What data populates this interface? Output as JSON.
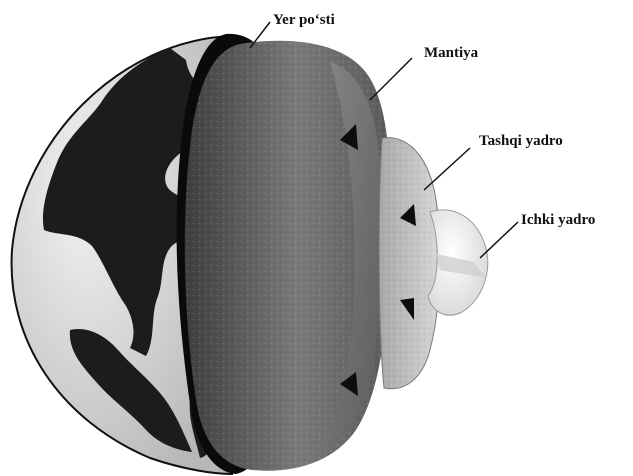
{
  "diagram": {
    "labels": {
      "crust": "Yer po‘sti",
      "mantle": "Mantiya",
      "outer_core": "Tashqi yadro",
      "inner_core": "Ichki yadro"
    }
  },
  "colors": {
    "ocean": "#e6e6e6",
    "land": "#1c1c1c",
    "crust_band": "#0a0a0a",
    "mantle": "#6b6b6b",
    "outer_core": "#c8c8c8",
    "inner_core": "#f0f0f0"
  }
}
